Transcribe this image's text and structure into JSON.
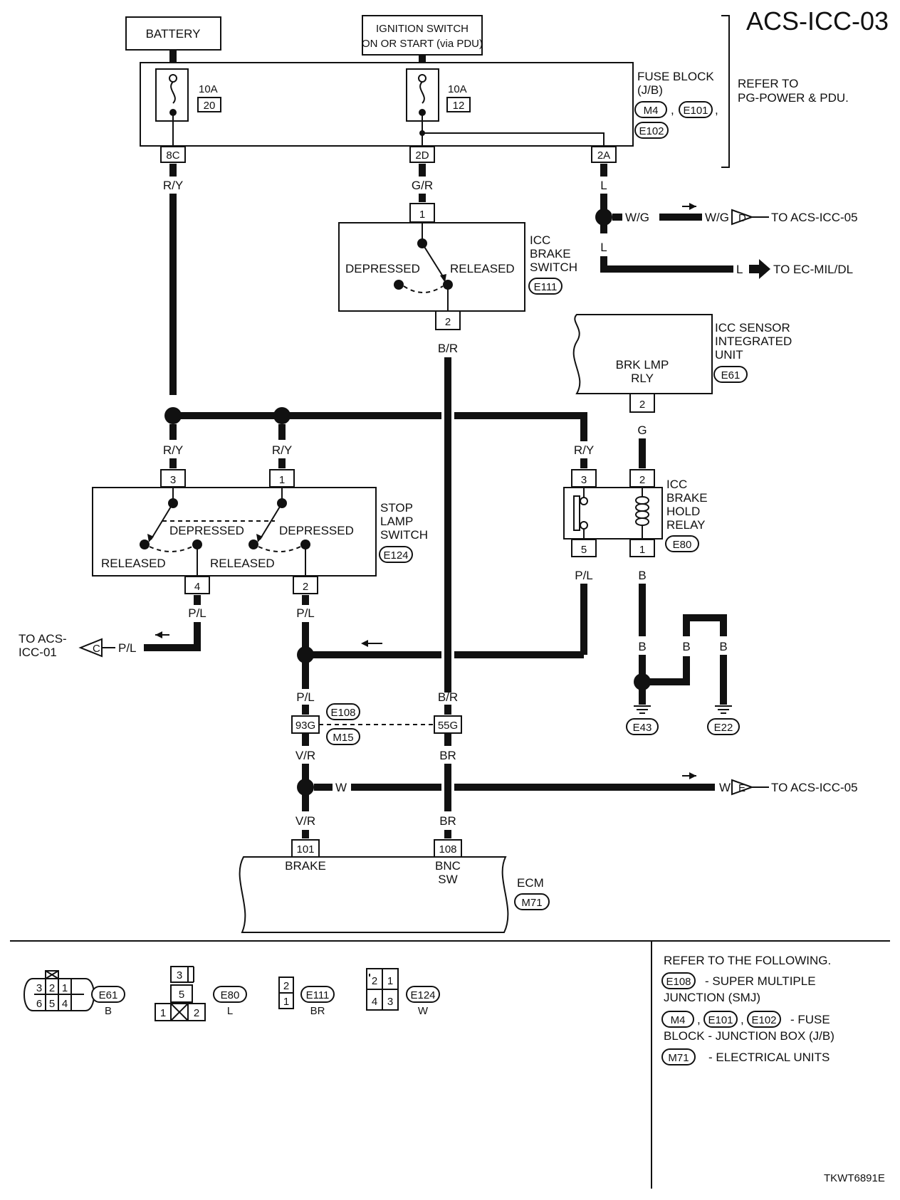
{
  "title": "ACS-ICC-03",
  "drawing_id": "TKWT6891E",
  "top": {
    "battery": "BATTERY",
    "ignition_line1": "IGNITION SWITCH",
    "ignition_line2": "ON OR START (via PDU)",
    "fuse1_amp": "10A",
    "fuse1_no": "20",
    "fuse2_amp": "10A",
    "fuse2_no": "12",
    "fuse_block_line1": "FUSE BLOCK",
    "fuse_block_line2": "(J/B)",
    "m4": "M4",
    "e101": "E101",
    "e102": "E102",
    "comma": ",",
    "refer_line1": "REFER TO",
    "refer_line2": "PG-POWER & PDU.",
    "term_8c": "8C",
    "term_2d": "2D",
    "term_2a": "2A"
  },
  "wires": {
    "ry": "R/Y",
    "gr": "G/R",
    "l": "L",
    "wg": "W/G",
    "br_red": "B/R",
    "g": "G",
    "pl": "P/L",
    "b": "B",
    "vr": "V/R",
    "brown": "BR",
    "w": "W"
  },
  "connectors": {
    "d": "D",
    "to_acs_icc_05": "TO ACS-ICC-05",
    "to_ec_mil": "TO EC-MIL/DL",
    "c": "C",
    "to_acs_line1": "TO ACS-",
    "to_acs_line2": "ICC-01",
    "e": "E"
  },
  "icc_brake_switch": {
    "line1": "ICC",
    "line2": "BRAKE",
    "line3": "SWITCH",
    "depressed": "DEPRESSED",
    "released": "RELEASED",
    "code": "E111",
    "pin1": "1",
    "pin2": "2"
  },
  "icc_sensor": {
    "line1": "ICC SENSOR",
    "line2": "INTEGRATED",
    "line3": "UNIT",
    "code": "E61",
    "inner1": "BRK LMP",
    "inner2": "RLY",
    "pin": "2"
  },
  "stop_lamp": {
    "line1": "STOP",
    "line2": "LAMP",
    "line3": "SWITCH",
    "code": "E124",
    "depressed": "DEPRESSED",
    "released": "RELEASED",
    "pin3": "3",
    "pin1": "1",
    "pin4": "4",
    "pin2": "2"
  },
  "relay": {
    "line1": "ICC",
    "line2": "BRAKE",
    "line3": "HOLD",
    "line4": "RELAY",
    "code": "E80",
    "pin3": "3",
    "pin2": "2",
    "pin5": "5",
    "pin1": "1"
  },
  "grounds": {
    "e43": "E43",
    "e22": "E22"
  },
  "joint": {
    "e108": "E108",
    "m15": "M15",
    "t93g": "93G",
    "t55g": "55G"
  },
  "ecm": {
    "label": "ECM",
    "code": "M71",
    "pin101": "101",
    "pin108": "108",
    "brake": "BRAKE",
    "bnc": "BNC",
    "sw": "SW"
  },
  "legend": {
    "e61": {
      "code": "E61",
      "color": "B",
      "pins": [
        "3",
        "2",
        "1",
        "6",
        "5",
        "4"
      ]
    },
    "e80": {
      "code": "E80",
      "color": "L",
      "pins": [
        "3",
        "5",
        "1",
        "2"
      ]
    },
    "e111": {
      "code": "E111",
      "color": "BR",
      "pins": [
        "2",
        "1"
      ]
    },
    "e124": {
      "code": "E124",
      "color": "W",
      "pins": [
        "2",
        "1",
        "4",
        "3"
      ]
    }
  },
  "refer": {
    "heading": "REFER TO THE FOLLOWING.",
    "e108": "E108",
    "smj1": "- SUPER MULTIPLE",
    "smj2": "JUNCTION (SMJ)",
    "m4": "M4",
    "e101": "E101",
    "e102": "E102",
    "fuse1": "- FUSE",
    "fuse2": "BLOCK - JUNCTION BOX (J/B)",
    "m71": "M71",
    "elec": "- ELECTRICAL UNITS",
    "comma": ","
  }
}
